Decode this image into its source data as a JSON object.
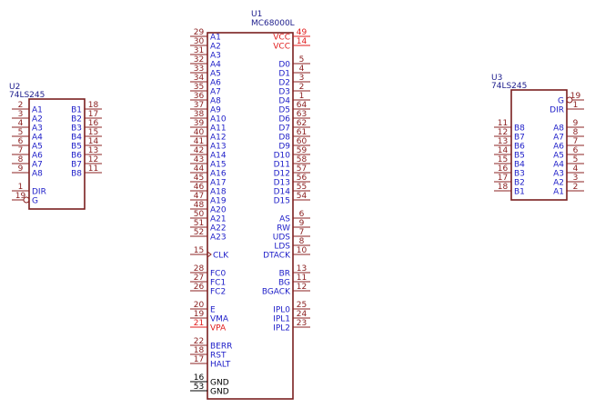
{
  "colors": {
    "background": "#ffffff",
    "body_outline": "#7a1f1f",
    "pin_line": "#8b2020",
    "pin_name": "#1c1cc8",
    "pin_number": "#8b2020",
    "power_pin": "#e01b1b",
    "ground_pin": "#000000",
    "ref_text": "#1c1c8c"
  },
  "components": [
    {
      "id": "U1",
      "reference": "U1",
      "value": "MC68000L",
      "left_pins": [
        {
          "num": "29",
          "name": "A1"
        },
        {
          "num": "30",
          "name": "A2"
        },
        {
          "num": "31",
          "name": "A3"
        },
        {
          "num": "32",
          "name": "A4"
        },
        {
          "num": "33",
          "name": "A5"
        },
        {
          "num": "34",
          "name": "A6"
        },
        {
          "num": "35",
          "name": "A7"
        },
        {
          "num": "36",
          "name": "A8"
        },
        {
          "num": "37",
          "name": "A9"
        },
        {
          "num": "38",
          "name": "A10"
        },
        {
          "num": "39",
          "name": "A11"
        },
        {
          "num": "40",
          "name": "A12"
        },
        {
          "num": "41",
          "name": "A13"
        },
        {
          "num": "42",
          "name": "A14"
        },
        {
          "num": "43",
          "name": "A15"
        },
        {
          "num": "44",
          "name": "A16"
        },
        {
          "num": "45",
          "name": "A17"
        },
        {
          "num": "46",
          "name": "A18"
        },
        {
          "num": "47",
          "name": "A19"
        },
        {
          "num": "48",
          "name": "A20"
        },
        {
          "num": "50",
          "name": "A21"
        },
        {
          "num": "51",
          "name": "A22"
        },
        {
          "num": "52",
          "name": "A23"
        },
        {
          "num": "15",
          "name": "CLK",
          "clock": true
        },
        {
          "num": "28",
          "name": "FC0"
        },
        {
          "num": "27",
          "name": "FC1"
        },
        {
          "num": "26",
          "name": "FC2"
        },
        {
          "num": "20",
          "name": "E"
        },
        {
          "num": "19",
          "name": "VMA"
        },
        {
          "num": "21",
          "name": "VPA",
          "kind": "power"
        },
        {
          "num": "22",
          "name": "BERR"
        },
        {
          "num": "18",
          "name": "RST"
        },
        {
          "num": "17",
          "name": "HALT"
        },
        {
          "num": "16",
          "name": "GND",
          "kind": "ground"
        },
        {
          "num": "53",
          "name": "GND",
          "kind": "ground"
        }
      ],
      "right_pins": [
        {
          "num": "49",
          "name": "VCC",
          "kind": "power"
        },
        {
          "num": "14",
          "name": "VCC",
          "kind": "power"
        },
        {
          "num": "5",
          "name": "D0"
        },
        {
          "num": "4",
          "name": "D1"
        },
        {
          "num": "3",
          "name": "D2"
        },
        {
          "num": "2",
          "name": "D3"
        },
        {
          "num": "1",
          "name": "D4"
        },
        {
          "num": "64",
          "name": "D5"
        },
        {
          "num": "63",
          "name": "D6"
        },
        {
          "num": "62",
          "name": "D7"
        },
        {
          "num": "61",
          "name": "D8"
        },
        {
          "num": "60",
          "name": "D9"
        },
        {
          "num": "59",
          "name": "D10"
        },
        {
          "num": "58",
          "name": "D11"
        },
        {
          "num": "57",
          "name": "D12"
        },
        {
          "num": "56",
          "name": "D13"
        },
        {
          "num": "55",
          "name": "D14"
        },
        {
          "num": "54",
          "name": "D15"
        },
        {
          "num": "6",
          "name": "AS"
        },
        {
          "num": "9",
          "name": "RW"
        },
        {
          "num": "7",
          "name": "UDS"
        },
        {
          "num": "8",
          "name": "LDS"
        },
        {
          "num": "10",
          "name": "DTACK"
        },
        {
          "num": "13",
          "name": "BR"
        },
        {
          "num": "11",
          "name": "BG"
        },
        {
          "num": "12",
          "name": "BGACK"
        },
        {
          "num": "25",
          "name": "IPL0"
        },
        {
          "num": "24",
          "name": "IPL1"
        },
        {
          "num": "23",
          "name": "IPL2"
        }
      ]
    },
    {
      "id": "U2",
      "reference": "U2",
      "value": "74LS245",
      "left_pins": [
        {
          "num": "2",
          "name": "A1"
        },
        {
          "num": "3",
          "name": "A2"
        },
        {
          "num": "4",
          "name": "A3"
        },
        {
          "num": "5",
          "name": "A4"
        },
        {
          "num": "6",
          "name": "A5"
        },
        {
          "num": "7",
          "name": "A6"
        },
        {
          "num": "8",
          "name": "A7"
        },
        {
          "num": "9",
          "name": "A8"
        },
        {
          "num": "1",
          "name": "DIR"
        },
        {
          "num": "19",
          "name": "G",
          "inverted": true
        }
      ],
      "right_pins": [
        {
          "num": "18",
          "name": "B1"
        },
        {
          "num": "17",
          "name": "B2"
        },
        {
          "num": "16",
          "name": "B3"
        },
        {
          "num": "15",
          "name": "B4"
        },
        {
          "num": "14",
          "name": "B5"
        },
        {
          "num": "13",
          "name": "B6"
        },
        {
          "num": "12",
          "name": "B7"
        },
        {
          "num": "11",
          "name": "B8"
        }
      ]
    },
    {
      "id": "U3",
      "reference": "U3",
      "value": "74LS245",
      "left_pins": [
        {
          "num": "11",
          "name": "B8"
        },
        {
          "num": "12",
          "name": "B7"
        },
        {
          "num": "13",
          "name": "B6"
        },
        {
          "num": "14",
          "name": "B5"
        },
        {
          "num": "15",
          "name": "B4"
        },
        {
          "num": "16",
          "name": "B3"
        },
        {
          "num": "17",
          "name": "B2"
        },
        {
          "num": "18",
          "name": "B1"
        }
      ],
      "right_pins": [
        {
          "num": "19",
          "name": "G",
          "inverted": true
        },
        {
          "num": "1",
          "name": "DIR"
        },
        {
          "num": "9",
          "name": "A8"
        },
        {
          "num": "8",
          "name": "A7"
        },
        {
          "num": "7",
          "name": "A6"
        },
        {
          "num": "6",
          "name": "A5"
        },
        {
          "num": "5",
          "name": "A4"
        },
        {
          "num": "4",
          "name": "A3"
        },
        {
          "num": "3",
          "name": "A2"
        },
        {
          "num": "2",
          "name": "A1"
        }
      ]
    }
  ]
}
